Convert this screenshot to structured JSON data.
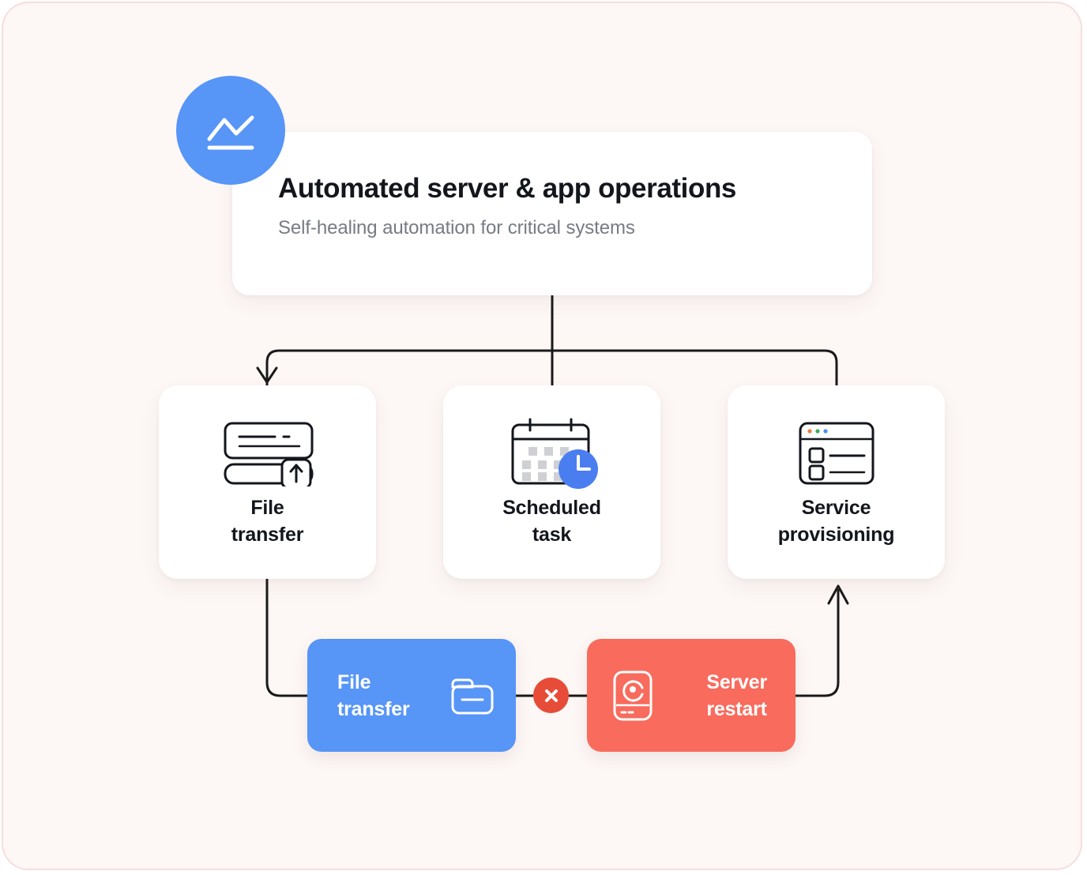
{
  "page": {
    "background_color": "#fdf7f5",
    "border_color": "#f7dede"
  },
  "header": {
    "title": "Automated server & app operations",
    "subtitle": "Self-healing automation for critical systems",
    "badge_icon": "line-chart-icon",
    "badge_color": "#5795f7"
  },
  "nodes": [
    {
      "label_line1": "File",
      "label_line2": "transfer",
      "icon": "file-transfer-upload-icon"
    },
    {
      "label_line1": "Scheduled",
      "label_line2": "task",
      "icon": "calendar-clock-icon"
    },
    {
      "label_line1": "Service",
      "label_line2": "provisioning",
      "icon": "browser-checklist-icon"
    }
  ],
  "pills": [
    {
      "label_line1": "File",
      "label_line2": "transfer",
      "icon": "folder-minus-icon",
      "color": "#5795f7"
    },
    {
      "label_line1": "Server",
      "label_line2": "restart",
      "icon": "server-disk-icon",
      "color": "#f86b5d"
    }
  ],
  "error_badge": {
    "icon": "x-close-icon",
    "color": "#e74c38"
  },
  "icon_colors": {
    "stroke": "#13161c",
    "calendar_cell": "#cfd0d4",
    "clock_blue": "#4a7ef0",
    "dot_orange": "#ef7b3f",
    "dot_green": "#3dab5c",
    "dot_blue": "#4a8ef0",
    "connector": "#1a1a1a"
  }
}
